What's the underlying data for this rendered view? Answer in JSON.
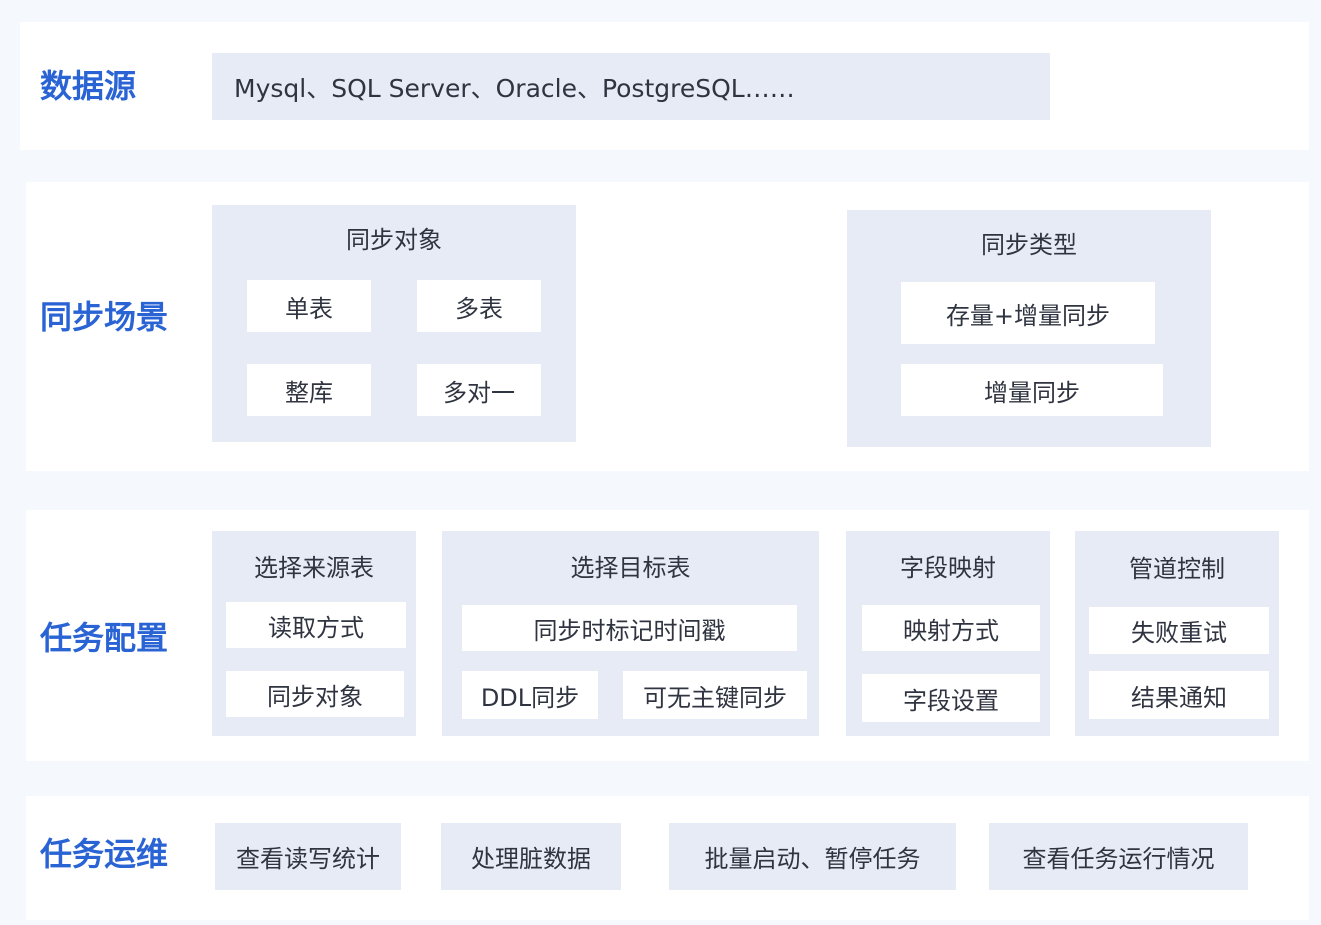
{
  "layers": {
    "datasource": {
      "title": "数据源",
      "sources": "Mysql、SQL Server、Oracle、PostgreSQL……"
    },
    "scenario": {
      "title": "同步场景",
      "sync_object": {
        "title": "同步对象",
        "items": [
          "单表",
          "多表",
          "整库",
          "多对一"
        ]
      },
      "sync_type": {
        "title": "同步类型",
        "items": [
          "存量+增量同步",
          "增量同步"
        ]
      }
    },
    "config": {
      "title": "任务配置",
      "source_table": {
        "title": "选择来源表",
        "items": [
          "读取方式",
          "同步对象"
        ]
      },
      "target_table": {
        "title": "选择目标表",
        "items": [
          "同步时标记时间戳",
          "DDL同步",
          "可无主键同步"
        ]
      },
      "field_mapping": {
        "title": "字段映射",
        "items": [
          "映射方式",
          "字段设置"
        ]
      },
      "pipeline_control": {
        "title": "管道控制",
        "items": [
          "失败重试",
          "结果通知"
        ]
      }
    },
    "ops": {
      "title": "任务运维",
      "items": [
        "查看读写统计",
        "处理脏数据",
        "批量启动、暂停任务",
        "查看任务运行情况"
      ]
    }
  }
}
